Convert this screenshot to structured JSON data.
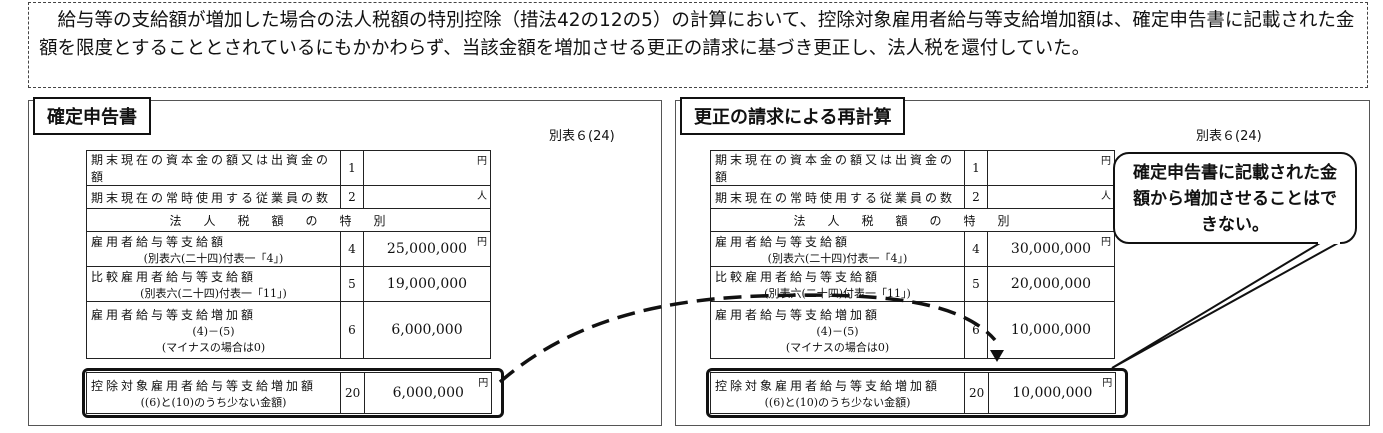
{
  "intro_text": "　給与等の支給額が増加した場合の法人税額の特別控除（措法42の12の5）の計算において、控除対象雇用者給与等支給増加額は、確定申告書に記載された金額を限度とすることとされているにもかかわらず、当該金額を増加させる更正の請求に基づき更正し、法人税を還付していた。",
  "left": {
    "title": "確定申告書",
    "sheet": "別表６(24)",
    "rows": [
      {
        "label": "期末現在の資本金の額又は出資金の額",
        "no": "1",
        "value": "",
        "unit": "円"
      },
      {
        "label": "期末現在の常時使用する従業員の数",
        "no": "2",
        "value": "",
        "unit": "人"
      },
      {
        "label": "雇用者給与等支給額",
        "sub": "(別表六(二十四)付表一「4」)",
        "no": "4",
        "value": "25,000,000",
        "unit": "円"
      },
      {
        "label": "比較雇用者給与等支給額",
        "sub": "(別表六(二十四)付表一「11」)",
        "no": "5",
        "value": "19,000,000"
      },
      {
        "label": "雇用者給与等支給増加額",
        "sub": "(4)－(5)",
        "sub2": "(マイナスの場合は0)",
        "no": "6",
        "value": "6,000,000"
      },
      {
        "label": "控除対象雇用者給与等支給増加額",
        "sub": "((6)と(10)のうち少ない金額)",
        "no": "20",
        "value": "6,000,000",
        "unit": "円"
      }
    ],
    "header": "法人税額の特別"
  },
  "right": {
    "title": "更正の請求による再計算",
    "sheet": "別表６(24)",
    "rows": [
      {
        "label": "期末現在の資本金の額又は出資金の額",
        "no": "1",
        "value": "",
        "unit": "円"
      },
      {
        "label": "期末現在の常時使用する従業員の数",
        "no": "2",
        "value": "",
        "unit": "人"
      },
      {
        "label": "雇用者給与等支給額",
        "sub": "(別表六(二十四)付表一「4」)",
        "no": "4",
        "value": "30,000,000",
        "unit": "円"
      },
      {
        "label": "比較雇用者給与等支給額",
        "sub": "(別表六(二十四)付表一「11」)",
        "no": "5",
        "value": "20,000,000"
      },
      {
        "label": "雇用者給与等支給増加額",
        "sub": "(4)－(5)",
        "sub2": "(マイナスの場合は0)",
        "no": "6",
        "value": "10,000,000"
      },
      {
        "label": "控除対象雇用者給与等支給増加額",
        "sub": "((6)と(10)のうち少ない金額)",
        "no": "20",
        "value": "10,000,000",
        "unit": "円"
      }
    ],
    "header": "法人税額の特別"
  },
  "callout": "確定申告書に記載された金額から増加させることはできない。"
}
